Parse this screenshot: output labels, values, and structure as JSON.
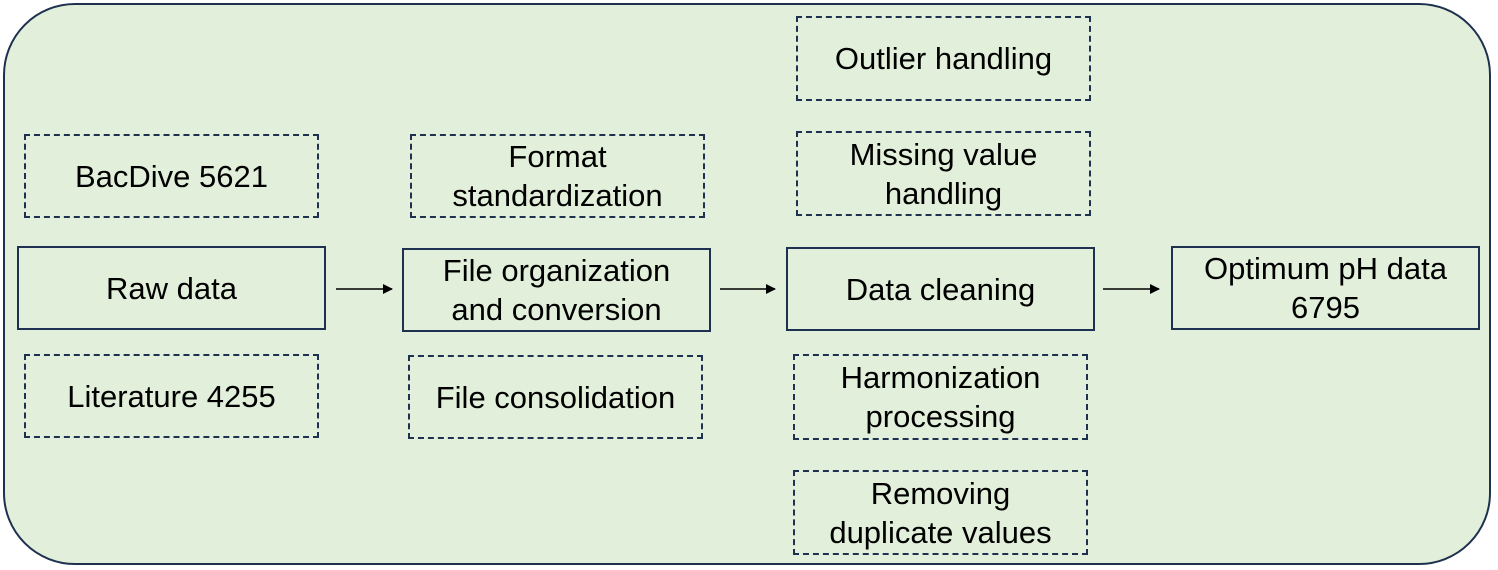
{
  "stages": {
    "raw_data": "Raw data",
    "file_organization": "File organization\nand conversion",
    "data_cleaning": "Data cleaning",
    "optimum_ph": "Optimum pH data\n6795"
  },
  "sources": {
    "bacdive": "BacDive 5621",
    "literature": "Literature 4255"
  },
  "organization_steps": {
    "format_standardization": "Format\nstandardization",
    "file_consolidation": "File consolidation"
  },
  "cleaning_steps": {
    "outlier_handling": "Outlier handling",
    "missing_value_handling": "Missing value\nhandling",
    "harmonization_processing": "Harmonization\nprocessing",
    "removing_duplicates": "Removing\nduplicate values"
  },
  "colors": {
    "panel_fill": "#e2efda",
    "border": "#1f3150"
  }
}
